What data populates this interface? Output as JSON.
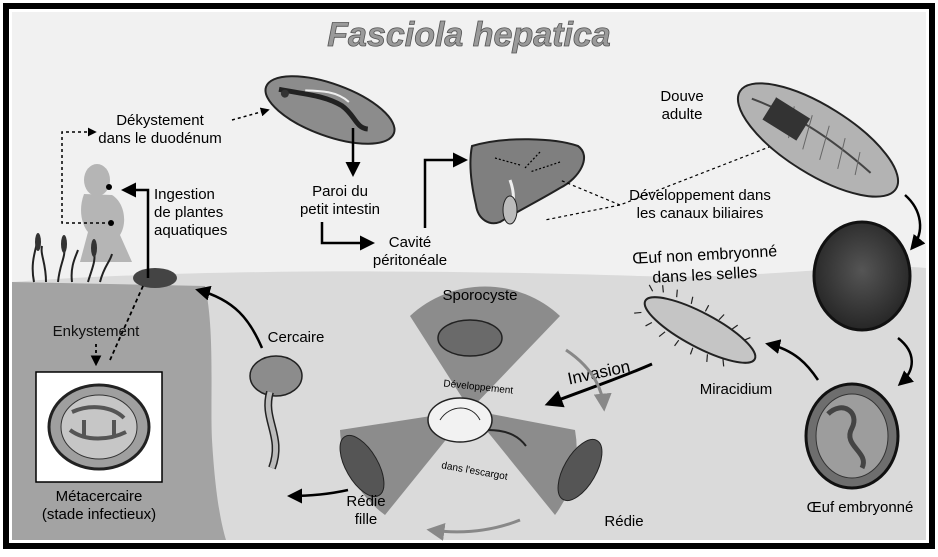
{
  "title": "Fasciola hepatica",
  "labels": {
    "dekystement": [
      "Dékystement",
      "dans le duodénum"
    ],
    "ingestion": [
      "Ingestion",
      "de plantes",
      "aquatiques"
    ],
    "paroi": [
      "Paroi du",
      "petit intestin"
    ],
    "cavite": [
      "Cavité",
      "péritonéale"
    ],
    "douve": [
      "Douve",
      "adulte"
    ],
    "developpement_canaux": [
      "Développement dans",
      "les canaux biliaires"
    ],
    "oeuf_non_embryonne": [
      "Œuf non embryonné",
      "dans les selles"
    ],
    "enkystement": "Enkystement",
    "metacercaire": [
      "Métacercaire",
      "(stade infectieux)"
    ],
    "sporocyste": "Sporocyste",
    "cercaire": "Cercaire",
    "developpement_escargot": "Développement",
    "dans_escargot": "dans l'escargot",
    "invasion": "Invasion",
    "miracidium": "Miracidium",
    "redie_fille": [
      "Rédie",
      "fille"
    ],
    "redie": "Rédie",
    "oeuf_embryonne": "Œuf embryonné"
  },
  "colors": {
    "title": "#8a8a8a",
    "ground": "#d6d6d6",
    "ground_dark": "#9a9a9a",
    "sky": "#efefef",
    "border": "#000000"
  }
}
